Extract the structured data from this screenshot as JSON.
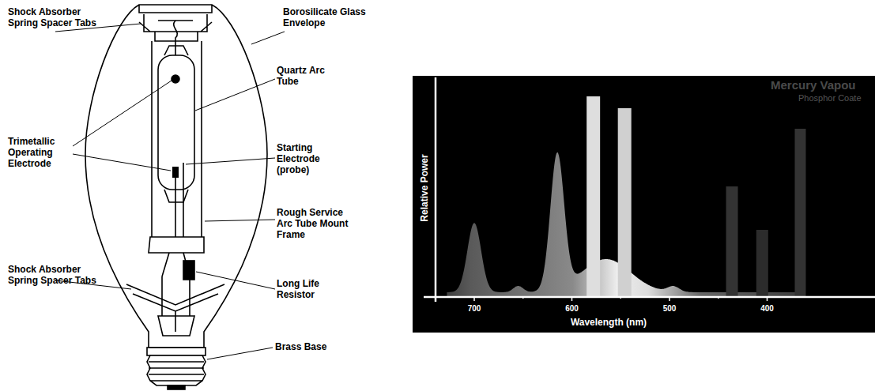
{
  "diagram": {
    "labels": [
      "Shock Absorber Spring Spacer Tabs",
      "Borosilicate Glass Envelope",
      "Quartz Arc Tube",
      "Trimetallic Operating Electrode",
      "Starting Electrode (probe)",
      "Rough Service Arc Tube Mount Frame",
      "Shock Absorber Spring Spacer Tabs",
      "Long Life Resistor",
      "Brass Base",
      "Mercury Vapou",
      "Phosphor Coate",
      "Relative Power",
      "700",
      "600",
      "500",
      "400",
      "Wavelength (nm)"
    ]
  }
}
